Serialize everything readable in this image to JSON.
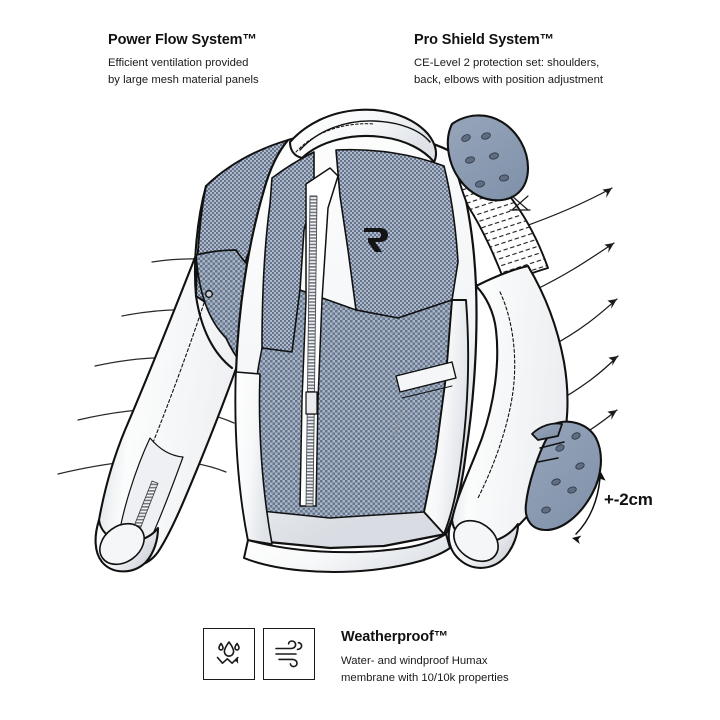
{
  "product": {
    "type": "motorcycle-jacket-technical-illustration",
    "view": "three-quarter-front"
  },
  "features": [
    {
      "id": "power-flow",
      "title": "Power Flow System™",
      "description": "Efficient ventilation provided\nby large mesh material panels"
    },
    {
      "id": "pro-shield",
      "title": "Pro Shield System™",
      "description": "CE-Level 2 protection set: shoulders,\nback, elbows with position adjustment"
    }
  ],
  "weatherproof": {
    "title": "Weatherproof™",
    "description": "Water- and windproof Humax\nmembrane with 10/10k properties",
    "icons": [
      {
        "name": "water-repellent-icon",
        "label": "water repellent"
      },
      {
        "name": "windproof-icon",
        "label": "windproof"
      }
    ]
  },
  "annotations": {
    "elbow_adjustment": "+-2cm"
  },
  "colors": {
    "background": "#ffffff",
    "outline": "#111111",
    "text": "#111111",
    "mesh_dark": "#6b7a90",
    "mesh_light": "#b9c3d0",
    "panel_gray": "#7e8ca1",
    "protector_blue_gray": "#8e9db3",
    "shell_white": "#fbfbfc",
    "shell_shadow": "#e3e6ea"
  }
}
